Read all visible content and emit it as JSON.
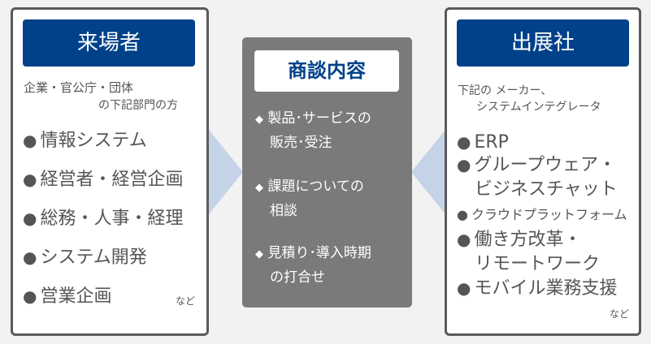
{
  "left": {
    "title": "来場者",
    "sub1": "企業・官公庁・団体",
    "sub2": "の下記部門の方",
    "items": [
      "情報システム",
      "経営者・経営企画",
      "総務・人事・経理",
      "システム開発",
      "営業企画"
    ],
    "etc": "など"
  },
  "center": {
    "title": "商談内容",
    "items": [
      [
        "製品･サービスの",
        "販売･受注"
      ],
      [
        "課題についての",
        "相談"
      ],
      [
        "見積り･導入時期",
        "の打合せ"
      ]
    ],
    "bullet": "◆"
  },
  "right": {
    "title": "出展社",
    "sub1": "下記の メーカー、",
    "sub2": "システムインテグレータ",
    "items": [
      [
        "ERP"
      ],
      [
        "グループウェア・",
        "ビジネスチャット"
      ],
      [
        "クラウドプラットフォーム"
      ],
      [
        "働き方改革・",
        "リモートワーク"
      ],
      [
        "モバイル業務支援"
      ]
    ],
    "etc": "など"
  },
  "bullet": "●",
  "colors": {
    "navy": "#004189",
    "arrow": "#c5d3e6",
    "center": "#7a7a7a"
  }
}
